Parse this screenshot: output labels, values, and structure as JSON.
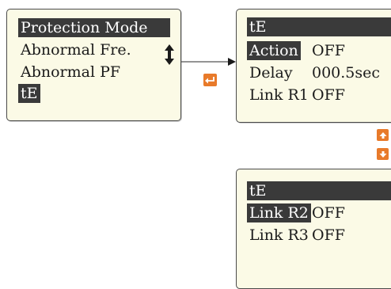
{
  "menu_screen": {
    "items": [
      "Protection Mode",
      "Abnormal Fre.",
      "Abnormal PF",
      "tE"
    ],
    "scroll_glyph": "↕"
  },
  "te_screen_1": {
    "title": "tE",
    "rows": [
      {
        "label": "Action",
        "value": "OFF"
      },
      {
        "label": "Delay",
        "value": "000.5sec"
      },
      {
        "label": "Link R1",
        "value": "OFF"
      }
    ]
  },
  "te_screen_2": {
    "title": "tE",
    "rows": [
      {
        "label": "Link R2",
        "value": "OFF"
      },
      {
        "label": "Link R3",
        "value": "OFF"
      }
    ]
  },
  "keys": {
    "enter_icon": "enter-icon",
    "up_icon": "up-arrow-icon",
    "down_icon": "down-arrow-icon",
    "accent_color": "#e87a2a"
  }
}
